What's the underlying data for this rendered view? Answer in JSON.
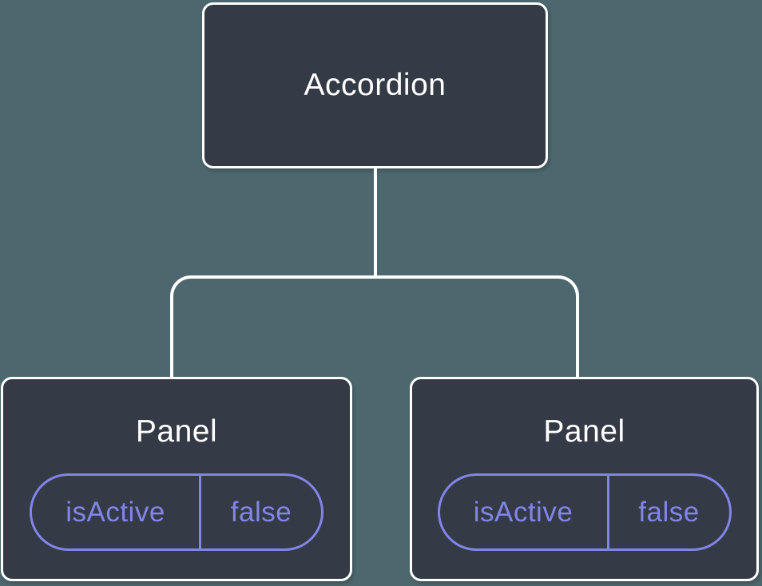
{
  "diagram": {
    "type": "component-tree",
    "root": {
      "label": "Accordion"
    },
    "panels": [
      {
        "label": "Panel",
        "state": {
          "key": "isActive",
          "value": "false"
        }
      },
      {
        "label": "Panel",
        "state": {
          "key": "isActive",
          "value": "false"
        }
      }
    ],
    "colors": {
      "background": "#4C676D",
      "node_fill": "#343A46",
      "node_border": "#FFFFFF",
      "node_text": "#FFFFFF",
      "connector": "#FFFFFF",
      "state_accent": "#8285E8"
    }
  }
}
